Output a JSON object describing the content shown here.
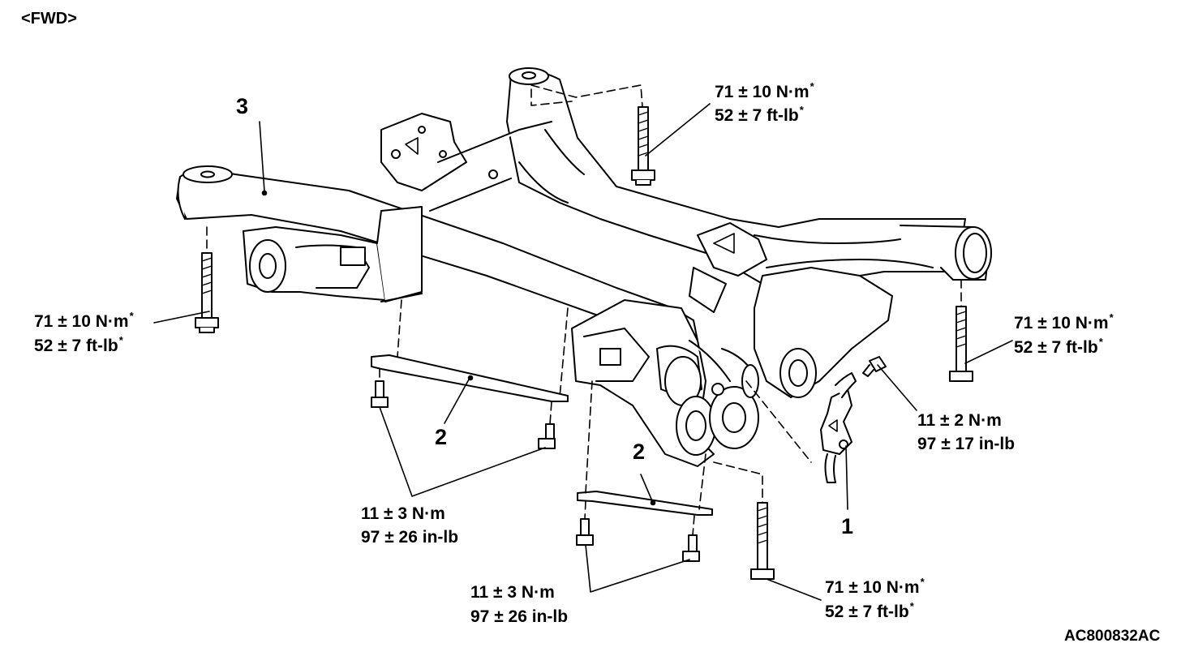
{
  "view_label": "<FWD>",
  "figure_id": "AC800832AC",
  "parts": {
    "p1": "1",
    "p2a": "2",
    "p2b": "2",
    "p3": "3"
  },
  "torques": {
    "t_top": {
      "metric": "71 ± 10 N·m",
      "imperial": "52 ± 7 ft-lb",
      "mark": "*"
    },
    "t_left": {
      "metric": "71 ± 10 N·m",
      "imperial": "52 ± 7 ft-lb",
      "mark": "*"
    },
    "t_right": {
      "metric": "71 ± 10 N·m",
      "imperial": "52 ± 7 ft-lb",
      "mark": "*"
    },
    "t_bottom_right": {
      "metric": "71 ± 10 N·m",
      "imperial": "52 ± 7 ft-lb",
      "mark": "*"
    },
    "t_sensor": {
      "metric": "11 ± 2 N·m",
      "imperial": "97 ± 17 in-lb"
    },
    "t_bar_left": {
      "metric": "11 ± 3 N·m",
      "imperial": "97 ± 26 in-lb"
    },
    "t_bar_right": {
      "metric": "11 ± 3 N·m",
      "imperial": "97 ± 26 in-lb"
    }
  }
}
